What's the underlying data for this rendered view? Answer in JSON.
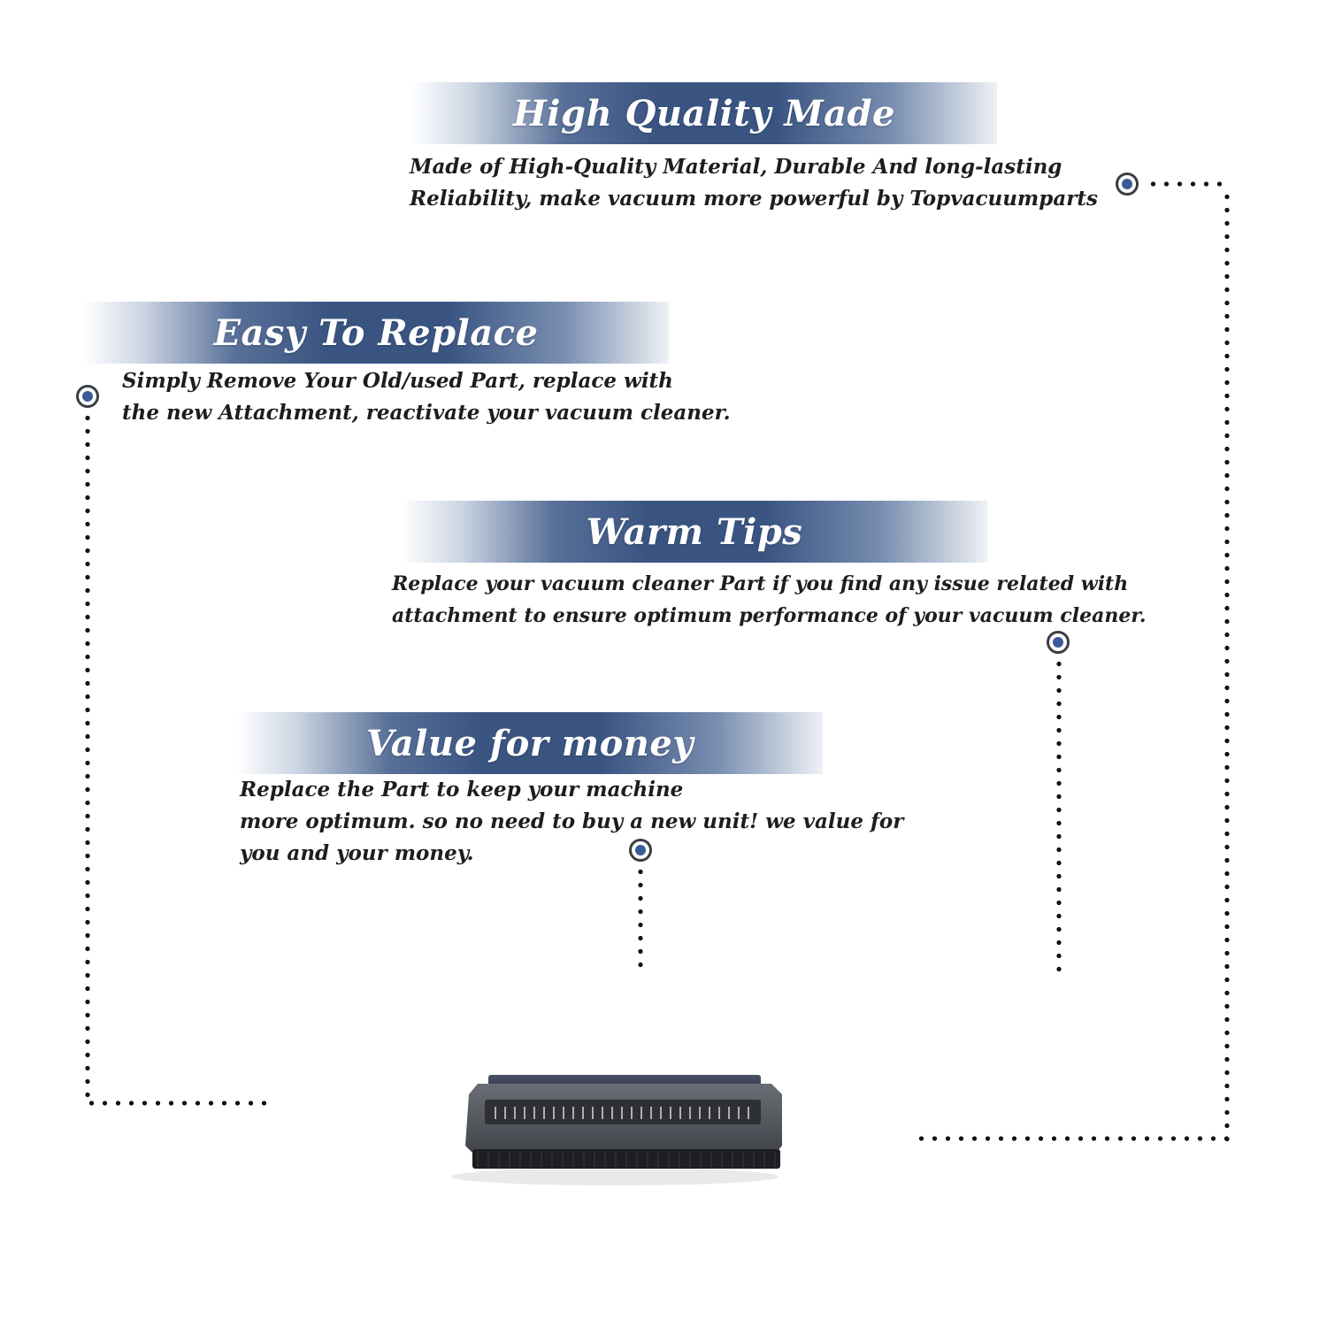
{
  "sections": [
    {
      "title": "High Quality Made",
      "lines": [
        "Made of  High-Quality Material, Durable And long-lasting",
        "Reliability, make vacuum more powerful by Topvacuumparts"
      ]
    },
    {
      "title": "Easy To Replace",
      "lines": [
        "Simply Remove Your Old/used Part, replace with",
        "the new Attachment, reactivate your vacuum cleaner."
      ]
    },
    {
      "title": "Warm Tips",
      "lines": [
        "Replace your vacuum cleaner Part if you find any issue related with",
        " attachment to ensure optimum performance of your vacuum cleaner."
      ]
    },
    {
      "title": "Value for money",
      "lines": [
        "Replace the Part to keep your machine",
        "more optimum. so no need to buy a new unit! we value for",
        "you and your money."
      ]
    }
  ],
  "colors": {
    "banner_blue": "#3a5486",
    "marker_blue": "#3a5a98",
    "text": "#1d1d1d"
  },
  "icons": [
    "target-marker-icon",
    "brush-attachment-image"
  ]
}
